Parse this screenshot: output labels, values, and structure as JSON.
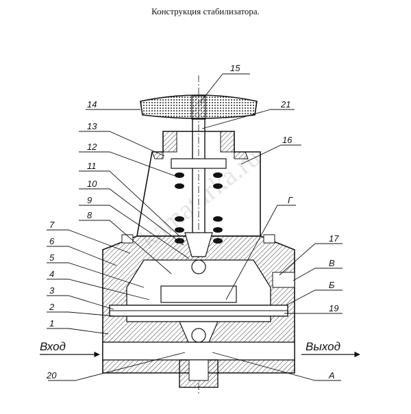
{
  "title": "Конструкция стабилизатора.",
  "watermark": "kamatarka.ru",
  "labels_left": [
    "14",
    "13",
    "12",
    "11",
    "10",
    "9",
    "8",
    "7",
    "6",
    "5",
    "4",
    "3",
    "2",
    "1",
    "20"
  ],
  "labels_right": [
    "15",
    "21",
    "16",
    "Г",
    "17",
    "В",
    "Б",
    "19",
    "А"
  ],
  "flow": {
    "inlet": "Вход",
    "outlet": "Выход"
  },
  "colors": {
    "line": "#111111",
    "hatch": "#333333",
    "background": "#ffffff",
    "watermark": "#d0d0d0"
  }
}
